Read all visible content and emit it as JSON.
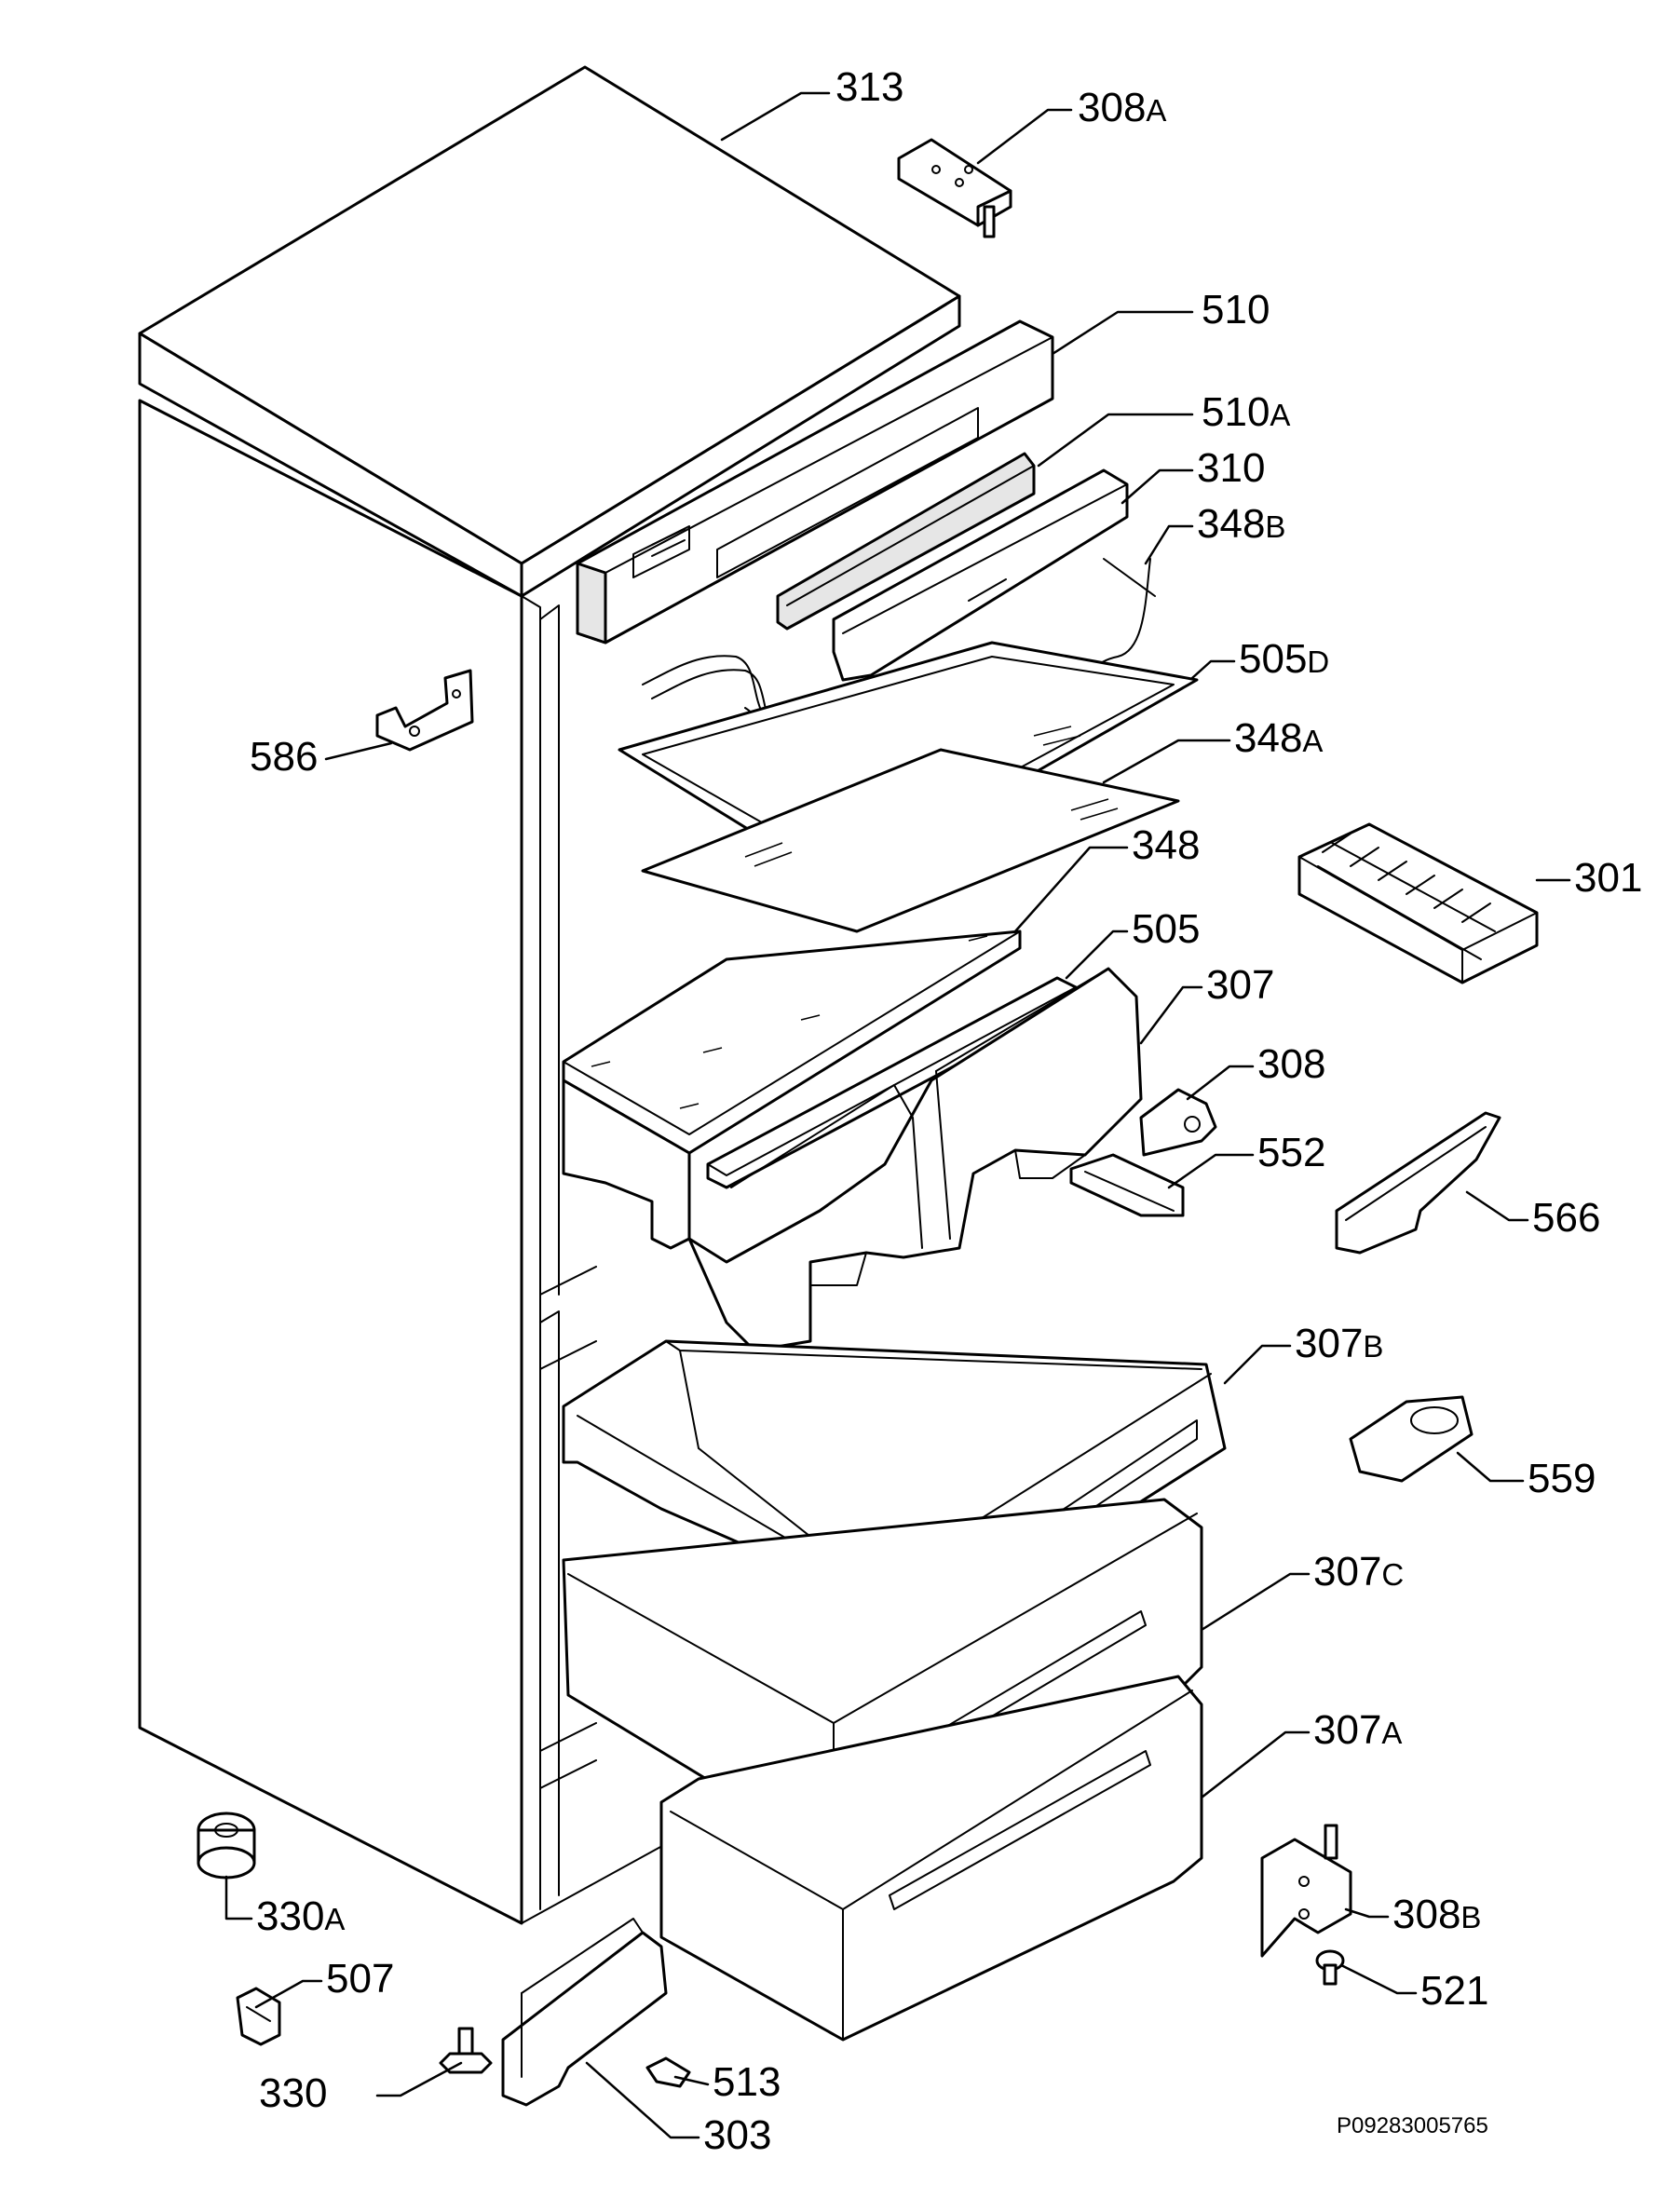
{
  "drawing": {
    "code": "P09283005765",
    "callouts": [
      {
        "id": "c313",
        "num": "313",
        "suffix": ""
      },
      {
        "id": "c308A",
        "num": "308",
        "suffix": "A"
      },
      {
        "id": "c510",
        "num": "510",
        "suffix": ""
      },
      {
        "id": "c510A",
        "num": "510",
        "suffix": "A"
      },
      {
        "id": "c310",
        "num": "310",
        "suffix": ""
      },
      {
        "id": "c348B",
        "num": "348",
        "suffix": "B"
      },
      {
        "id": "c505D",
        "num": "505",
        "suffix": "D"
      },
      {
        "id": "c586",
        "num": "586",
        "suffix": ""
      },
      {
        "id": "c348A",
        "num": "348",
        "suffix": "A"
      },
      {
        "id": "c301",
        "num": "301",
        "suffix": ""
      },
      {
        "id": "c348",
        "num": "348",
        "suffix": ""
      },
      {
        "id": "c505",
        "num": "505",
        "suffix": ""
      },
      {
        "id": "c307",
        "num": "307",
        "suffix": ""
      },
      {
        "id": "c308",
        "num": "308",
        "suffix": ""
      },
      {
        "id": "c552",
        "num": "552",
        "suffix": ""
      },
      {
        "id": "c566",
        "num": "566",
        "suffix": ""
      },
      {
        "id": "c307B",
        "num": "307",
        "suffix": "B"
      },
      {
        "id": "c559",
        "num": "559",
        "suffix": ""
      },
      {
        "id": "c307C",
        "num": "307",
        "suffix": "C"
      },
      {
        "id": "c307A",
        "num": "307",
        "suffix": "A"
      },
      {
        "id": "c330A",
        "num": "330",
        "suffix": "A"
      },
      {
        "id": "c308B",
        "num": "308",
        "suffix": "B"
      },
      {
        "id": "c507",
        "num": "507",
        "suffix": ""
      },
      {
        "id": "c521",
        "num": "521",
        "suffix": ""
      },
      {
        "id": "c330",
        "num": "330",
        "suffix": ""
      },
      {
        "id": "c513",
        "num": "513",
        "suffix": ""
      },
      {
        "id": "c303",
        "num": "303",
        "suffix": ""
      }
    ]
  }
}
